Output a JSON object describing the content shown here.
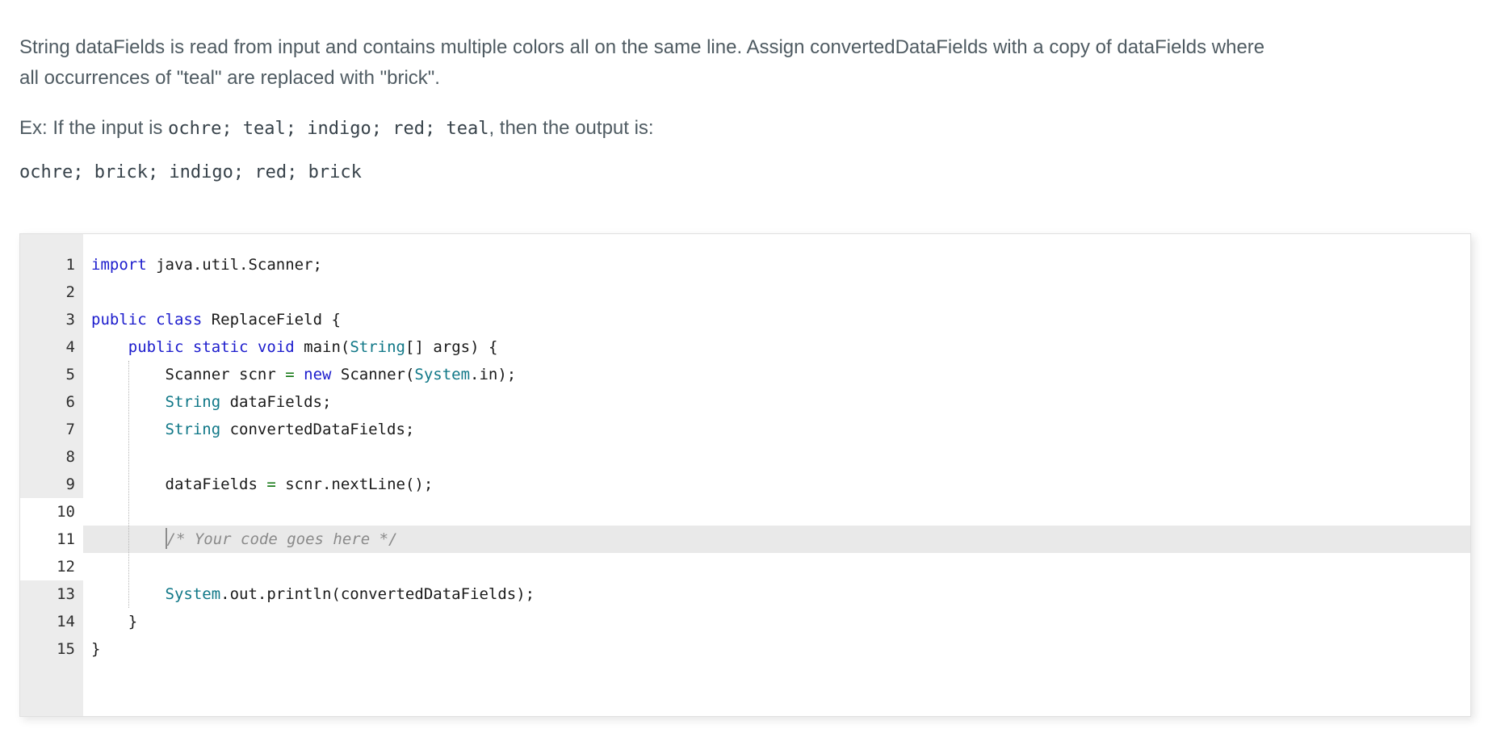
{
  "problem": {
    "text": "String dataFields is read from input and contains multiple colors all on the same line. Assign convertedDataFields with a copy of dataFields where all occurrences of \"teal\" are replaced with \"brick\"."
  },
  "example": {
    "prefix": "Ex: If the input is ",
    "input_code": "ochre; teal; indigo; red; teal",
    "suffix": ", then the output is:",
    "output_code": "ochre; brick; indigo; red; brick"
  },
  "editor": {
    "language": "java",
    "colors": {
      "keyword": "#1c1ccd",
      "type": "#0f7787",
      "operator": "#0c730c",
      "comment": "#8a8a8a",
      "plain": "#1a1a1a",
      "gutter_bg": "#ececec",
      "highlight_bg": "#e9e9e9"
    },
    "lines": [
      {
        "n": 1,
        "editable": false,
        "highlight": false,
        "segments": [
          {
            "text": "import",
            "type": "keyword"
          },
          {
            "text": " java.util.Scanner;",
            "type": "plain"
          }
        ]
      },
      {
        "n": 2,
        "editable": false,
        "highlight": false,
        "segments": []
      },
      {
        "n": 3,
        "editable": false,
        "highlight": false,
        "segments": [
          {
            "text": "public",
            "type": "keyword"
          },
          {
            "text": " ",
            "type": "plain"
          },
          {
            "text": "class",
            "type": "keyword"
          },
          {
            "text": " ReplaceField {",
            "type": "plain"
          }
        ]
      },
      {
        "n": 4,
        "editable": false,
        "highlight": false,
        "segments": [
          {
            "text": "    ",
            "type": "plain"
          },
          {
            "text": "public",
            "type": "keyword"
          },
          {
            "text": " ",
            "type": "plain"
          },
          {
            "text": "static",
            "type": "keyword"
          },
          {
            "text": " ",
            "type": "plain"
          },
          {
            "text": "void",
            "type": "keyword"
          },
          {
            "text": " main(",
            "type": "plain"
          },
          {
            "text": "String",
            "type": "type"
          },
          {
            "text": "[] args) {",
            "type": "plain"
          }
        ]
      },
      {
        "n": 5,
        "editable": false,
        "highlight": false,
        "segments": [
          {
            "text": "        Scanner scnr ",
            "type": "plain"
          },
          {
            "text": "=",
            "type": "operator"
          },
          {
            "text": " ",
            "type": "plain"
          },
          {
            "text": "new",
            "type": "keyword"
          },
          {
            "text": " Scanner(",
            "type": "plain"
          },
          {
            "text": "System",
            "type": "type"
          },
          {
            "text": ".in);",
            "type": "plain"
          }
        ]
      },
      {
        "n": 6,
        "editable": false,
        "highlight": false,
        "segments": [
          {
            "text": "        ",
            "type": "plain"
          },
          {
            "text": "String",
            "type": "type"
          },
          {
            "text": " dataFields;",
            "type": "plain"
          }
        ]
      },
      {
        "n": 7,
        "editable": false,
        "highlight": false,
        "segments": [
          {
            "text": "        ",
            "type": "plain"
          },
          {
            "text": "String",
            "type": "type"
          },
          {
            "text": " convertedDataFields;",
            "type": "plain"
          }
        ]
      },
      {
        "n": 8,
        "editable": false,
        "highlight": false,
        "segments": []
      },
      {
        "n": 9,
        "editable": false,
        "highlight": false,
        "segments": [
          {
            "text": "        dataFields ",
            "type": "plain"
          },
          {
            "text": "=",
            "type": "operator"
          },
          {
            "text": " scnr.nextLine();",
            "type": "plain"
          }
        ]
      },
      {
        "n": 10,
        "editable": true,
        "highlight": false,
        "segments": []
      },
      {
        "n": 11,
        "editable": true,
        "highlight": true,
        "segments": [
          {
            "text": "        ",
            "type": "plain"
          },
          {
            "type": "cursor"
          },
          {
            "text": "/* Your code goes here */",
            "type": "comment"
          }
        ]
      },
      {
        "n": 12,
        "editable": true,
        "highlight": false,
        "segments": []
      },
      {
        "n": 13,
        "editable": false,
        "highlight": false,
        "segments": [
          {
            "text": "        ",
            "type": "plain"
          },
          {
            "text": "System",
            "type": "type"
          },
          {
            "text": ".out.println(convertedDataFields);",
            "type": "plain"
          }
        ]
      },
      {
        "n": 14,
        "editable": false,
        "highlight": false,
        "segments": [
          {
            "text": "    }",
            "type": "plain"
          }
        ]
      },
      {
        "n": 15,
        "editable": false,
        "highlight": false,
        "segments": [
          {
            "text": "}",
            "type": "plain"
          }
        ]
      }
    ]
  }
}
